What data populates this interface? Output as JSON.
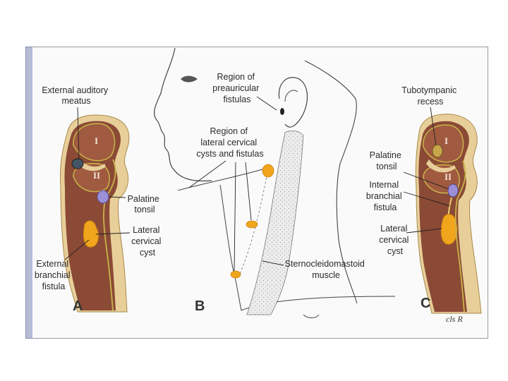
{
  "figure": {
    "panel_a": {
      "letter": "A",
      "arch_1": "I",
      "arch_2": "II",
      "external_auditory_meatus": [
        "External auditory",
        "meatus"
      ],
      "palatine_tonsil": [
        "Palatine",
        "tonsil"
      ],
      "lateral_cervical_cyst": [
        "Lateral",
        "cervical",
        "cyst"
      ],
      "external_branchial_fistula": [
        "External",
        "branchial",
        "fistula"
      ]
    },
    "panel_b": {
      "letter": "B",
      "preauricular_fistulas": [
        "Region of",
        "preauricular",
        "fistulas"
      ],
      "lateral_cervical_cysts_fistulas": [
        "Region of",
        "lateral cervical",
        "cysts and fistulas"
      ],
      "sternocleidomastoid": [
        "Sternocleidomastoid",
        "muscle"
      ]
    },
    "panel_c": {
      "letter": "C",
      "arch_1": "I",
      "arch_2": "II",
      "tubotympanic_recess": [
        "Tubotympanic",
        "recess"
      ],
      "palatine_tonsil": [
        "Palatine",
        "tonsil"
      ],
      "internal_branchial_fistula": [
        "Internal",
        "branchial",
        "fistula"
      ],
      "lateral_cervical_cyst": [
        "Lateral",
        "cervical",
        "cyst"
      ]
    },
    "signature": "cls R"
  },
  "colors": {
    "tissue_brown": "#8b4a35",
    "flesh_tan": "#e8cf9a",
    "outline_yellow": "#c9b44a",
    "cyst_orange": "#f0a51c",
    "tonsil_purple": "#9c8fd6",
    "muscle_gray": "#e4e4e4"
  }
}
